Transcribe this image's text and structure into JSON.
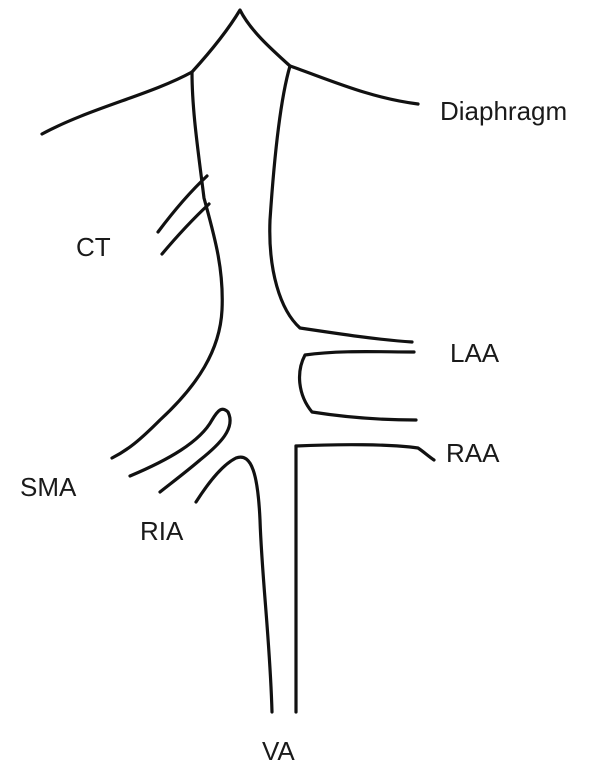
{
  "labels": {
    "diaphragm": "Diaphragm",
    "ct": "CT",
    "laa": "LAA",
    "raa": "RAA",
    "sma": "SMA",
    "ria": "RIA",
    "va": "VA"
  },
  "colors": {
    "line": "#111111",
    "text": "#1a1a1a",
    "background": "#ffffff"
  }
}
